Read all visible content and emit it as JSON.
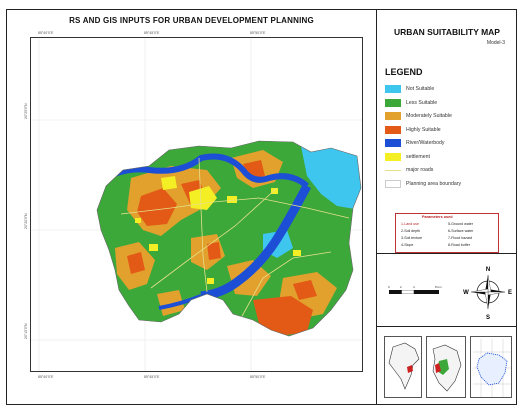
{
  "map_title": "RS AND GIS INPUTS FOR URBAN DEVELOPMENT PLANNING",
  "side_title": "URBAN SUITABILITY MAP",
  "model_label": "Model-3",
  "legend_heading": "LEGEND",
  "legend": [
    {
      "label": "Not Suitable",
      "color": "#3fc6ee",
      "kind": "fill"
    },
    {
      "label": "Less Suitable",
      "color": "#3ca83a",
      "kind": "fill"
    },
    {
      "label": "Moderately Suitable",
      "color": "#e2a12d",
      "kind": "fill"
    },
    {
      "label": "Highly Suitable",
      "color": "#e25a16",
      "kind": "fill"
    },
    {
      "label": "River/Waterbody",
      "color": "#1d4fd6",
      "kind": "fill"
    },
    {
      "label": "settlement",
      "color": "#f4ef24",
      "kind": "fill"
    },
    {
      "label": "major roads",
      "color": "#e6e08a",
      "kind": "line"
    },
    {
      "label": "Planning area boundary",
      "color": "#cccccc",
      "kind": "outline"
    }
  ],
  "parameters": {
    "heading": "Parameters used",
    "items": [
      "1-Land use",
      "2-Soil depth",
      "3-Soil texture",
      "4-Slope",
      "5-Ground water",
      "6-Surface water",
      "7-Flood hazard",
      "8-Road buffer"
    ]
  },
  "compass": {
    "n": "N",
    "s": "S",
    "e": "E",
    "w": "W"
  },
  "scale_labels": [
    "0",
    "2",
    "4",
    "8 km"
  ],
  "ticks_top": [
    "85°40'0\"E",
    "85°45'0\"E",
    "85°50'0\"E"
  ],
  "ticks_bottom": [
    "85°40'0\"E",
    "85°45'0\"E",
    "85°50'0\"E"
  ],
  "ticks_left": [
    "20°25'0\"N",
    "20°20'0\"N",
    "20°15'0\"N"
  ]
}
